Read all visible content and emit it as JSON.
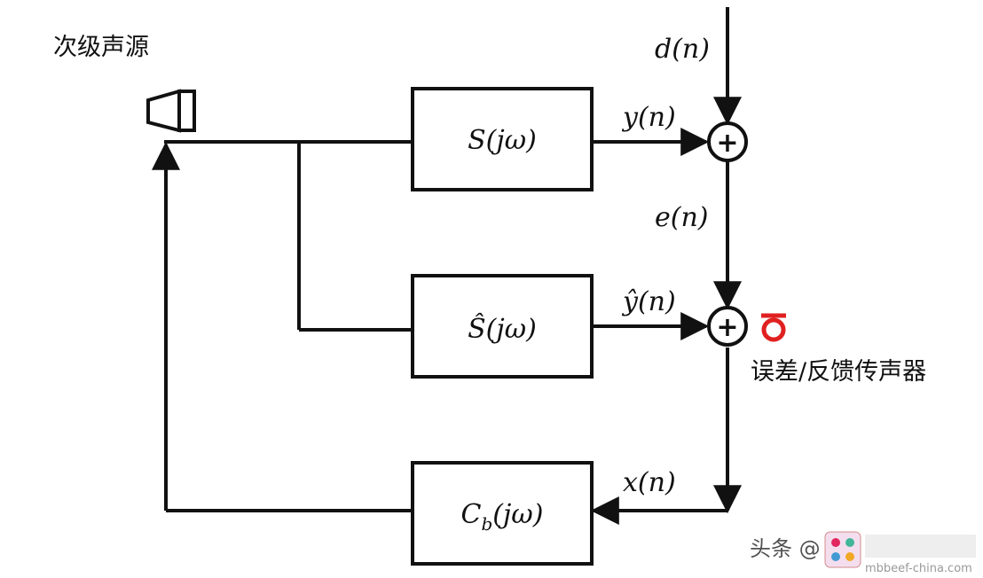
{
  "labels": {
    "secondary_source": "次级声源",
    "error_mic": "误差/反馈传声器",
    "d": "d(n)",
    "y": "y(n)",
    "e": "e(n)",
    "yhat": "ŷ(n)",
    "x": "x(n)"
  },
  "blocks": {
    "s": "S(jω)",
    "shat": "Ŝ(jω)",
    "cb_main": "C",
    "cb_sub": "b",
    "cb_rest": "(jω)"
  },
  "summers": {
    "symbol": "+"
  },
  "watermark": {
    "text": "头条 @",
    "site": "mbbeef-china.com"
  },
  "colors": {
    "line": "#111111",
    "mic": "#e02020"
  }
}
